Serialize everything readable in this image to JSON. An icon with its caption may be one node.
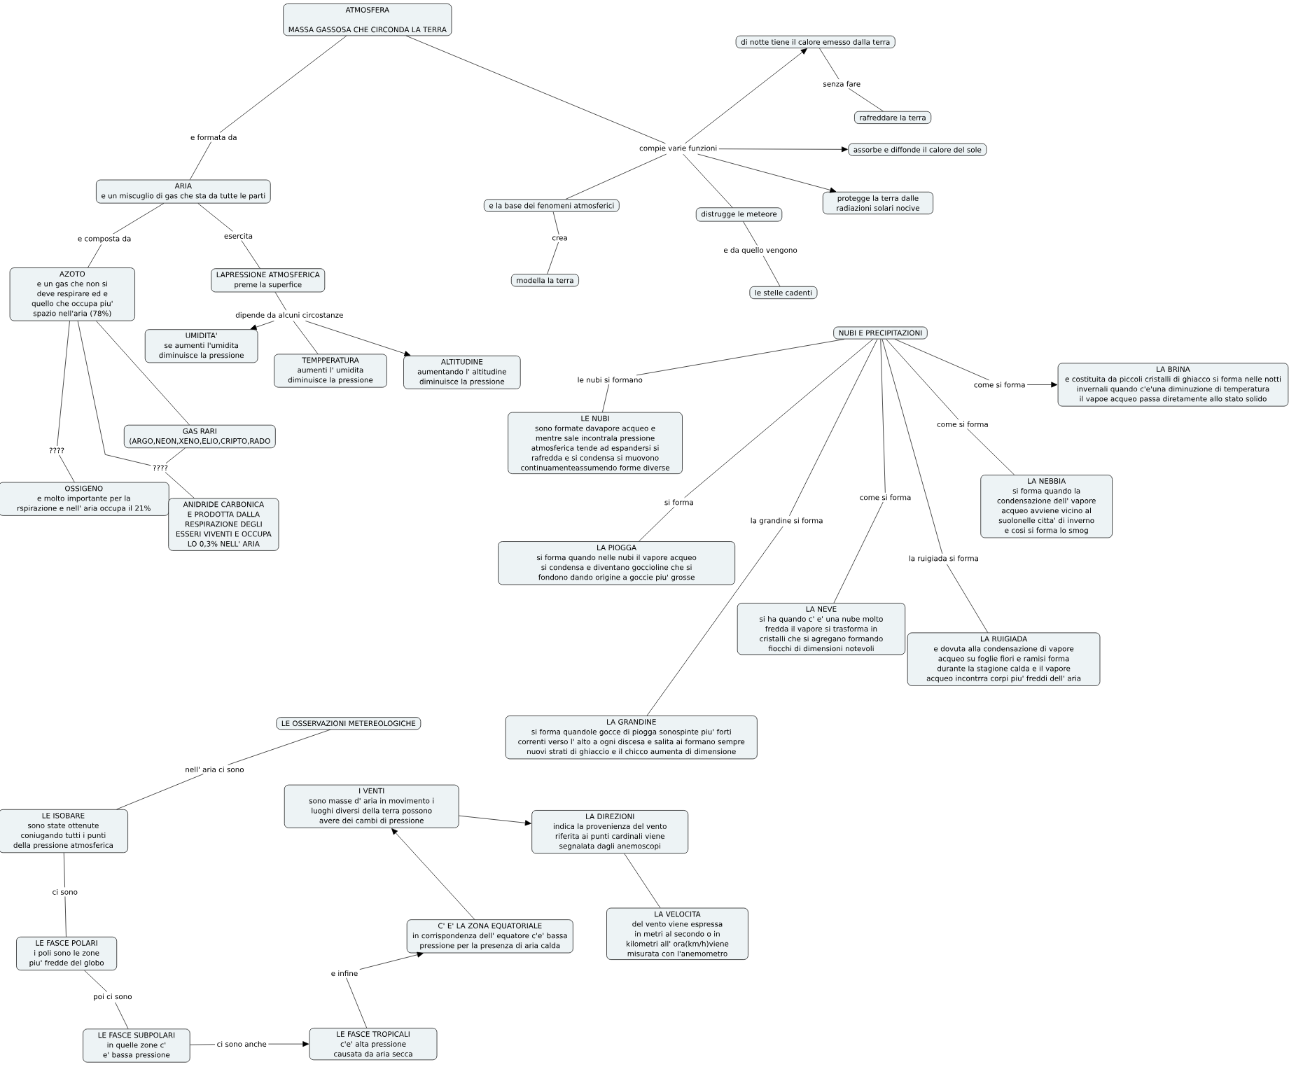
{
  "diagram": {
    "nodes": [
      {
        "text": [
          "ATMOSFERA",
          "MASSA GASSOSA CHE CIRCONDA LA TERRA"
        ]
      },
      {
        "text": [
          "e formata da"
        ]
      },
      {
        "text": [
          "ARIA",
          "e un miscuglio di gas che sta da tutte le parti"
        ]
      },
      {
        "text": [
          "e composta da"
        ]
      },
      {
        "text": [
          "esercita"
        ]
      },
      {
        "text": [
          "AZOTO",
          "e un gas che non si deve respirare ed e quello che occupa piu' spazio nell'aria (78%)"
        ]
      },
      {
        "text": [
          "LAPRESSIONE ATMOSFERICA",
          "preme la superfice"
        ]
      },
      {
        "text": [
          "dipende da alcuni circostanze"
        ]
      },
      {
        "text": [
          "UMIDITA'",
          "se aumenti l'umidita diminuisce la pressione"
        ]
      },
      {
        "text": [
          "TEMPPERATURA",
          "aumenti l' umidita diminuisce la pressione"
        ]
      },
      {
        "text": [
          "ALTITUDINE",
          "aumentando l' altitudine diminuisce la pressione"
        ]
      },
      {
        "text": [
          "GAS RARI",
          "(ARGO,NEON,XENO,ELIO,CRIPTO,RADO"
        ]
      },
      {
        "text": [
          "????"
        ]
      },
      {
        "text": [
          "????"
        ]
      },
      {
        "text": [
          "OSSIGENO",
          "e molto importante per la rspirazione e nell' aria occupa il 21%"
        ]
      },
      {
        "text": [
          "ANIDRIDE CARBONICA",
          "E PRODOTTA DALLA RESPIRAZIONE DEGLI ESSERI VIVENTI E OCCUPA LO 0,3% NELL' ARIA"
        ]
      },
      {
        "text": [
          "compie varie funzioni"
        ]
      },
      {
        "text": [
          "di notte tiene il calore emesso dalla terra"
        ]
      },
      {
        "text": [
          "senza fare"
        ]
      },
      {
        "text": [
          "rafreddare la terra"
        ]
      },
      {
        "text": [
          "assorbe e diffonde il calore del sole"
        ]
      },
      {
        "text": [
          "protegge la terra dalle radiazioni solari nocive"
        ]
      },
      {
        "text": [
          "e la base dei fenomeni atmosferici"
        ]
      },
      {
        "text": [
          "distrugge le meteore"
        ]
      },
      {
        "text": [
          "crea"
        ]
      },
      {
        "text": [
          "modella la terra"
        ]
      },
      {
        "text": [
          "e da quello vengono"
        ]
      },
      {
        "text": [
          "le stelle cadenti"
        ]
      },
      {
        "text": [
          "NUBI E PRECIPITAZIONI"
        ]
      },
      {
        "text": [
          "le nubi si formano"
        ]
      },
      {
        "text": [
          "LE NUBI",
          "sono formate davapore acqueo e mentre sale incontrala pressione atmosferica tende ad espandersi si rafredda e si condensa si muovono continuamenteassumendo forme diverse"
        ]
      },
      {
        "text": [
          "come si forma"
        ]
      },
      {
        "text": [
          "LA BRINA",
          "e costituita da piccoli cristalli di ghiacco si forma nelle notti invernali quando c'e'una diminuzione di temperatura il vapoe acqueo passa diretamente allo stato solido"
        ]
      },
      {
        "text": [
          "come si forma"
        ]
      },
      {
        "text": [
          "LA NEBBIA",
          "si forma quando la condensazione dell' vapore acqueo avviene vicino al suolonelle citta' di inverno e cosi si forma lo smog"
        ]
      },
      {
        "text": [
          "si forma"
        ]
      },
      {
        "text": [
          "LA PIOGGA",
          "si forma quando nelle nubi il vapore acqueo si condensa e diventano goccioline che si fondono dando origine a goccie piu' grosse"
        ]
      },
      {
        "text": [
          "la grandine si forma"
        ]
      },
      {
        "text": [
          "come si forma"
        ]
      },
      {
        "text": [
          "la ruigiada si forma"
        ]
      },
      {
        "text": [
          "LA NEVE",
          "si ha quando c' e' una nube molto fredda il vapore si trasforma in cristalli che si agregano formando fiocchi di dimensioni notevoli"
        ]
      },
      {
        "text": [
          "LA RUIGIADA",
          "e dovuta alla condensazione di vapore acqueo su foglie fiori e ramisi forma durante la stagione calda e il vapore acqueo incontrra corpi piu' freddi dell' aria"
        ]
      },
      {
        "text": [
          "LA GRANDINE",
          "si forma quandole gocce di piogga sonospinte piu' forti correnti verso l' alto a ogni discesa e salita ai formano sempre nuovi strati di ghiaccio e il chicco aumenta di dimensione"
        ]
      },
      {
        "text": [
          "LE OSSERVAZIONI METEREOLOGICHE"
        ]
      },
      {
        "text": [
          "nell' aria ci sono"
        ]
      },
      {
        "text": [
          "LE ISOBARE",
          "sono state ottenute coniugando tutti i punti della pressione atmosferica"
        ]
      },
      {
        "text": [
          "ci sono"
        ]
      },
      {
        "text": [
          "LE FASCE POLARI",
          "i poli sono le zone piu' fredde del globo"
        ]
      },
      {
        "text": [
          "poi ci sono"
        ]
      },
      {
        "text": [
          "LE FASCE SUBPOLARI",
          "in quelle zone c' e' bassa pressione"
        ]
      },
      {
        "text": [
          "ci sono anche"
        ]
      },
      {
        "text": [
          "LE FASCE TROPICALI",
          "c'e' alta pressione causata da aria secca"
        ]
      },
      {
        "text": [
          "e infine"
        ]
      },
      {
        "text": [
          "C' E' LA ZONA EQUATORIALE",
          "in corrispondenza dell' equatore c'e' bassa pressione per la presenza di aria calda"
        ]
      },
      {
        "text": [
          "I VENTI",
          "sono masse d' aria in movimento i luoghi diversi della terra possono avere dei cambi di pressione"
        ]
      },
      {
        "text": [
          "LA DIREZIONI",
          "indica la provenienza del vento riferita ai punti cardinali viene segnalata dagli anemoscopi"
        ]
      },
      {
        "text": [
          "LA VELOCITA",
          "del vento viene espressa in metri al secondo o in kilometri all' ora(km/h)viene misurata con l'anemometro"
        ]
      }
    ],
    "edges": [
      {
        "from": 0,
        "to": 1,
        "arrow": "none"
      },
      {
        "from": 1,
        "to": 2,
        "arrow": "none"
      },
      {
        "from": 2,
        "to": 3,
        "arrow": "none"
      },
      {
        "from": 3,
        "to": 5,
        "arrow": "none"
      },
      {
        "from": 2,
        "to": 4,
        "arrow": "none"
      },
      {
        "from": 4,
        "to": 6,
        "arrow": "none"
      },
      {
        "from": 6,
        "to": 7,
        "arrow": "none"
      },
      {
        "from": 7,
        "to": 8,
        "arrow": "to"
      },
      {
        "from": 7,
        "to": 9,
        "arrow": "none"
      },
      {
        "from": 7,
        "to": 10,
        "arrow": "to"
      },
      {
        "from": 5,
        "to": 12,
        "arrow": "none"
      },
      {
        "from": 12,
        "to": 14,
        "arrow": "none"
      },
      {
        "from": 5,
        "to": 11,
        "arrow": "none"
      },
      {
        "from": 5,
        "to": 13,
        "arrow": "none"
      },
      {
        "from": 11,
        "to": 13,
        "arrow": "none"
      },
      {
        "from": 13,
        "to": 15,
        "arrow": "none"
      },
      {
        "from": 0,
        "to": 16,
        "arrow": "none"
      },
      {
        "from": 16,
        "to": 17,
        "arrow": "to"
      },
      {
        "from": 17,
        "to": 18,
        "arrow": "none"
      },
      {
        "from": 18,
        "to": 19,
        "arrow": "none"
      },
      {
        "from": 16,
        "to": 20,
        "arrow": "to"
      },
      {
        "from": 16,
        "to": 21,
        "arrow": "to"
      },
      {
        "from": 16,
        "to": 22,
        "arrow": "none"
      },
      {
        "from": 16,
        "to": 23,
        "arrow": "none"
      },
      {
        "from": 22,
        "to": 24,
        "arrow": "none"
      },
      {
        "from": 24,
        "to": 25,
        "arrow": "none"
      },
      {
        "from": 23,
        "to": 26,
        "arrow": "none"
      },
      {
        "from": 26,
        "to": 27,
        "arrow": "none"
      },
      {
        "from": 28,
        "to": 29,
        "arrow": "none"
      },
      {
        "from": 29,
        "to": 30,
        "arrow": "none"
      },
      {
        "from": 28,
        "to": 31,
        "arrow": "none"
      },
      {
        "from": 31,
        "to": 32,
        "arrow": "to"
      },
      {
        "from": 28,
        "to": 33,
        "arrow": "none"
      },
      {
        "from": 33,
        "to": 34,
        "arrow": "none"
      },
      {
        "from": 28,
        "to": 35,
        "arrow": "none"
      },
      {
        "from": 35,
        "to": 36,
        "arrow": "none"
      },
      {
        "from": 28,
        "to": 37,
        "arrow": "none"
      },
      {
        "from": 37,
        "to": 42,
        "arrow": "none"
      },
      {
        "from": 28,
        "to": 38,
        "arrow": "none"
      },
      {
        "from": 38,
        "to": 40,
        "arrow": "none"
      },
      {
        "from": 28,
        "to": 39,
        "arrow": "none"
      },
      {
        "from": 39,
        "to": 41,
        "arrow": "none"
      },
      {
        "from": 43,
        "to": 44,
        "arrow": "none"
      },
      {
        "from": 44,
        "to": 45,
        "arrow": "none"
      },
      {
        "from": 45,
        "to": 46,
        "arrow": "none"
      },
      {
        "from": 46,
        "to": 47,
        "arrow": "none"
      },
      {
        "from": 47,
        "to": 48,
        "arrow": "none"
      },
      {
        "from": 48,
        "to": 49,
        "arrow": "none"
      },
      {
        "from": 49,
        "to": 50,
        "arrow": "none"
      },
      {
        "from": 50,
        "to": 51,
        "arrow": "to"
      },
      {
        "from": 51,
        "to": 52,
        "arrow": "none"
      },
      {
        "from": 52,
        "to": 53,
        "arrow": "to"
      },
      {
        "from": 53,
        "to": 54,
        "arrow": "to"
      },
      {
        "from": 54,
        "to": 55,
        "arrow": "to"
      },
      {
        "from": 55,
        "to": 56,
        "arrow": "none"
      }
    ]
  }
}
